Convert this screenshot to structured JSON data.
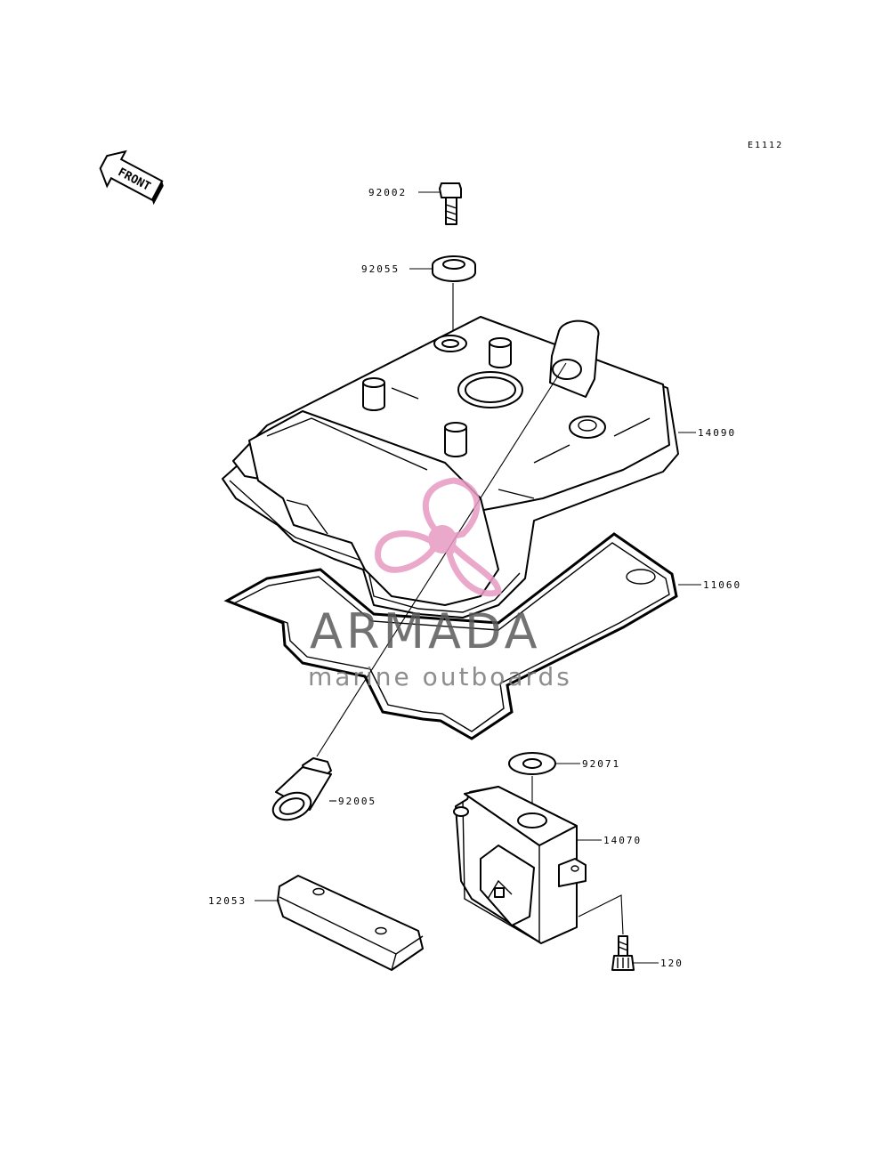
{
  "diagram": {
    "ref_code": "E1112",
    "front_label": "FRONT",
    "callouts": [
      {
        "id": "bolt-top",
        "label": "92002"
      },
      {
        "id": "washer-seal",
        "label": "92055"
      },
      {
        "id": "cylinder-head-cover",
        "label": "14090"
      },
      {
        "id": "gasket",
        "label": "11060"
      },
      {
        "id": "washer-plate",
        "label": "92071"
      },
      {
        "id": "plug-sleeve",
        "label": "92005"
      },
      {
        "id": "cover-bracket",
        "label": "14070"
      },
      {
        "id": "guide-block",
        "label": "12053"
      },
      {
        "id": "bolt-small",
        "label": "120"
      }
    ]
  },
  "watermark": {
    "brand": "ARMADA",
    "tagline": "marine outboards",
    "accent_color": "#e79ac2",
    "text_color": "#5a5a5a"
  }
}
